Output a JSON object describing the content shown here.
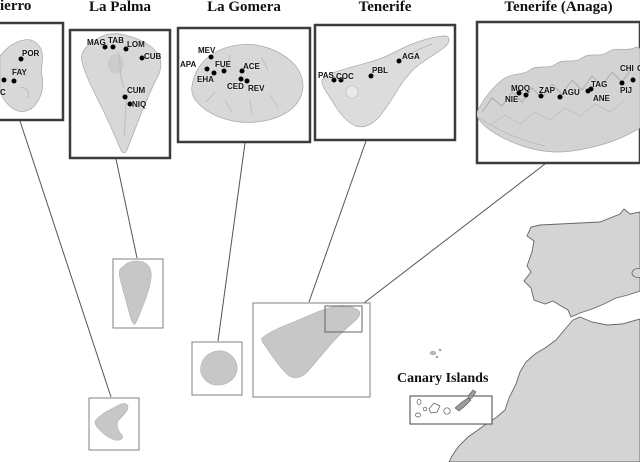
{
  "figure": {
    "description_labels": {
      "overview_label": "Canary Islands"
    },
    "colors": {
      "inset_border": "#3c3c3c",
      "thin_box_border": "#808080",
      "connector_line": "#555555",
      "island_relief_fill": "#d8d8d8",
      "silhouette_fill": "#c7c7c7",
      "mainland_fill": "#d4d4d4",
      "site_dot": "#000000"
    }
  },
  "overview": {
    "label": "Canary Islands"
  },
  "insets": [
    {
      "id": "hierro",
      "title": "ierro",
      "sites": [
        {
          "code": "POR",
          "label": [
            22,
            49
          ],
          "dot": [
            21,
            59
          ]
        },
        {
          "code": "FAY",
          "label": [
            12,
            68
          ],
          "dot": [
            14,
            81
          ]
        },
        {
          "code": "C",
          "label": [
            0,
            88
          ],
          "dot": [
            4,
            80
          ]
        }
      ]
    },
    {
      "id": "la-palma",
      "title": "La Palma",
      "sites": [
        {
          "code": "MAG",
          "label": [
            87,
            38
          ],
          "dot": [
            105,
            47
          ]
        },
        {
          "code": "TAB",
          "label": [
            108,
            36
          ],
          "dot": [
            113,
            47
          ]
        },
        {
          "code": "LOM",
          "label": [
            127,
            40
          ],
          "dot": [
            126,
            49
          ]
        },
        {
          "code": "CUB",
          "label": [
            144,
            52
          ],
          "dot": [
            142,
            58
          ]
        },
        {
          "code": "CUM",
          "label": [
            127,
            86
          ],
          "dot": [
            125,
            97
          ]
        },
        {
          "code": "NIQ",
          "label": [
            132,
            100
          ],
          "dot": [
            130,
            104
          ]
        }
      ]
    },
    {
      "id": "la-gomera",
      "title": "La Gomera",
      "sites": [
        {
          "code": "MEV",
          "label": [
            198,
            46
          ],
          "dot": [
            211,
            57
          ]
        },
        {
          "code": "APA",
          "label": [
            180,
            60
          ],
          "dot": [
            207,
            69
          ]
        },
        {
          "code": "FUE",
          "label": [
            215,
            60
          ],
          "dot": [
            224,
            71
          ]
        },
        {
          "code": "ACE",
          "label": [
            243,
            62
          ],
          "dot": [
            242,
            71
          ]
        },
        {
          "code": "EHA",
          "label": [
            197,
            75
          ],
          "dot": [
            214,
            73
          ]
        },
        {
          "code": "CED",
          "label": [
            227,
            82
          ],
          "dot": [
            241,
            79
          ]
        },
        {
          "code": "REV",
          "label": [
            248,
            84
          ],
          "dot": [
            247,
            81
          ]
        }
      ]
    },
    {
      "id": "tenerife",
      "title": "Tenerife",
      "sites": [
        {
          "code": "PAS",
          "label": [
            318,
            71
          ],
          "dot": [
            334,
            80
          ]
        },
        {
          "code": "COC",
          "label": [
            336,
            72
          ],
          "dot": [
            341,
            80
          ]
        },
        {
          "code": "PBL",
          "label": [
            372,
            66
          ],
          "dot": [
            371,
            76
          ]
        },
        {
          "code": "AGA",
          "label": [
            402,
            52
          ],
          "dot": [
            399,
            61
          ]
        }
      ]
    },
    {
      "id": "anaga",
      "title": "Tenerife (Anaga)",
      "sites": [
        {
          "code": "MOQ",
          "label": [
            511,
            84
          ],
          "dot": [
            526,
            95
          ]
        },
        {
          "code": "NIE",
          "label": [
            505,
            95
          ],
          "dot": [
            519,
            93
          ]
        },
        {
          "code": "ZAP",
          "label": [
            539,
            86
          ],
          "dot": [
            541,
            96
          ]
        },
        {
          "code": "AGU",
          "label": [
            562,
            88
          ],
          "dot": [
            560,
            97
          ]
        },
        {
          "code": "TAG",
          "label": [
            591,
            80
          ],
          "dot": [
            591,
            89
          ]
        },
        {
          "code": "ANE",
          "label": [
            593,
            94
          ],
          "dot": [
            588,
            91
          ]
        },
        {
          "code": "CHI",
          "label": [
            620,
            64
          ],
          "dot": [
            633,
            80
          ]
        },
        {
          "code": "PIJ",
          "label": [
            620,
            86
          ],
          "dot": [
            622,
            83
          ]
        },
        {
          "code": "C",
          "label": [
            637,
            64
          ],
          "dot": null
        }
      ]
    }
  ]
}
